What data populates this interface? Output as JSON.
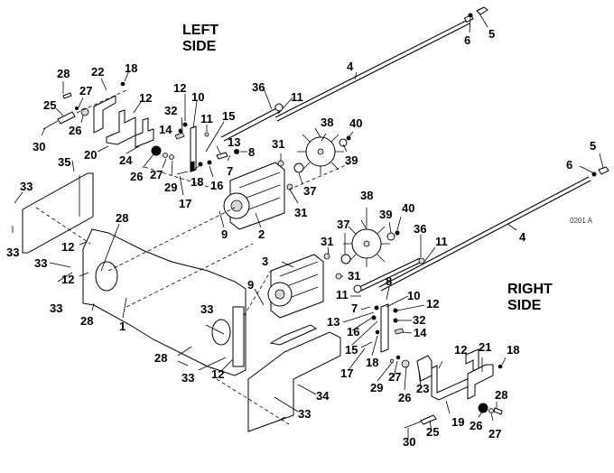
{
  "diagram": {
    "type": "exploded-parts-view",
    "side_labels": {
      "left": [
        "LEFT",
        "SIDE"
      ],
      "right": [
        "RIGHT",
        "SIDE"
      ]
    },
    "drawing_code": "0201 A",
    "callouts_left": [
      "28",
      "22",
      "18",
      "27",
      "25",
      "12",
      "26",
      "30",
      "20",
      "24",
      "26",
      "27",
      "29",
      "12",
      "10",
      "32",
      "11",
      "14",
      "15",
      "13",
      "8",
      "7",
      "18",
      "16",
      "17",
      "36",
      "11",
      "4",
      "6",
      "5",
      "31",
      "38",
      "40",
      "39",
      "37",
      "31",
      "2",
      "9",
      "35",
      "33",
      "33"
    ],
    "callouts_right": [
      "5",
      "6",
      "4",
      "38",
      "37",
      "39",
      "40",
      "36",
      "11",
      "31",
      "3",
      "31",
      "9",
      "11",
      "8",
      "7",
      "10",
      "12",
      "32",
      "13",
      "16",
      "14",
      "15",
      "18",
      "17",
      "29",
      "27",
      "26",
      "23",
      "12",
      "21",
      "18",
      "19",
      "28",
      "26",
      "27",
      "25",
      "30"
    ],
    "callouts_frame": [
      "28",
      "12",
      "33",
      "12",
      "33",
      "28",
      "1",
      "33",
      "28",
      "33",
      "12",
      "34",
      "33"
    ]
  }
}
